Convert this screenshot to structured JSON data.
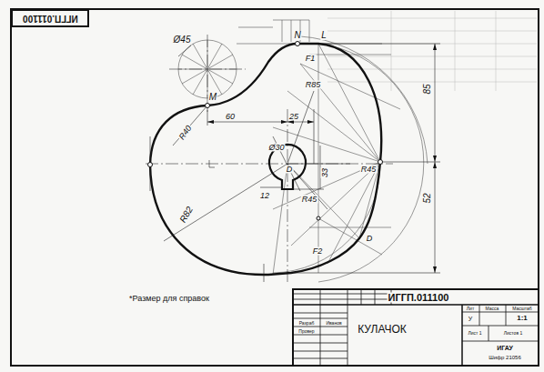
{
  "diagram": {
    "nodes": [
      {
        "text": [
          "ИГГП.011100"
        ]
      }
    ],
    "labels": [
      "Ø45",
      "N",
      "L",
      "F1",
      "R85",
      "M",
      "60",
      "25",
      "R40",
      "Ø30",
      "D",
      "33",
      "R45",
      "12",
      "R45",
      "85",
      "52",
      "R82",
      "F2",
      "D",
      "*Размер для справок",
      "ИГГП.011100",
      "КУЛАЧОК",
      "Разраб",
      "Иванов",
      "Провер",
      "Лит",
      "Масса",
      "Масштаб",
      "У",
      "1:1",
      "Лист 1",
      "Листов 1",
      "ИГАУ",
      "Шифр 21056"
    ]
  }
}
